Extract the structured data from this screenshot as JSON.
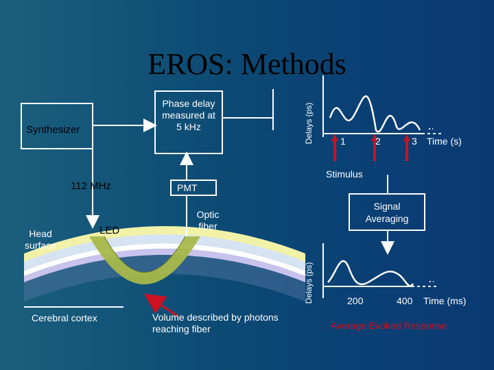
{
  "title": "EROS: Methods",
  "diagram": {
    "synthesizer_label": "Synthesizer",
    "phase_box_label": "Phase delay measured at 5 kHz",
    "freq_label": "112 MHz",
    "pmt_label": "PMT",
    "led_label": "LED",
    "optic_fiber_label": "Optic fiber",
    "head_surface_label": "Head surface",
    "cerebral_cortex_label": "Cerebral cortex",
    "volume_label": "Volume described by photons reaching fiber",
    "stimulus_label": "Stimulus",
    "signal_averaging_label": "Signal Averaging",
    "average_response_label": "Average Evoked Response"
  },
  "chart_data": [
    {
      "type": "line",
      "ylabel": "Delays (ps)",
      "xlabel": "Time (s)",
      "tick_labels": [
        "1",
        "2",
        "3"
      ],
      "stimulus_times": [
        1,
        2,
        3
      ]
    },
    {
      "type": "line",
      "ylabel": "Delays (ps)",
      "xlabel": "Time (ms)",
      "tick_labels": [
        "200",
        "400"
      ]
    }
  ],
  "colors": {
    "arrow_red": "#cc1122",
    "box_white": "#ffffff",
    "response_red": "#cc1122",
    "cortex_green": "#a8b84a"
  }
}
